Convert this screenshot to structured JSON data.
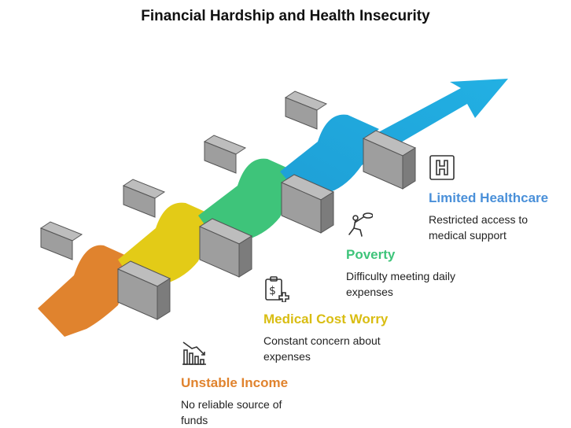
{
  "title": "Financial Hardship and Health Insecurity",
  "colors": {
    "step1": "#E0832E",
    "step2": "#E3CB17",
    "step3": "#3EC47A",
    "step4": "#21A7DC",
    "label4": "#4A90D9",
    "block": "#9E9E9E"
  },
  "steps": [
    {
      "label": "Unstable Income",
      "desc1": "No reliable source of",
      "desc2": "funds",
      "icon": "declining-chart-icon"
    },
    {
      "label": "Medical Cost Worry",
      "desc1": "Constant concern about",
      "desc2": "expenses",
      "icon": "medical-bill-icon"
    },
    {
      "label": "Poverty",
      "desc1": "Difficulty meeting daily",
      "desc2": "expenses",
      "icon": "begging-person-icon"
    },
    {
      "label": "Limited Healthcare",
      "desc1": "Restricted access to",
      "desc2": "medical support",
      "icon": "hospital-icon"
    }
  ]
}
